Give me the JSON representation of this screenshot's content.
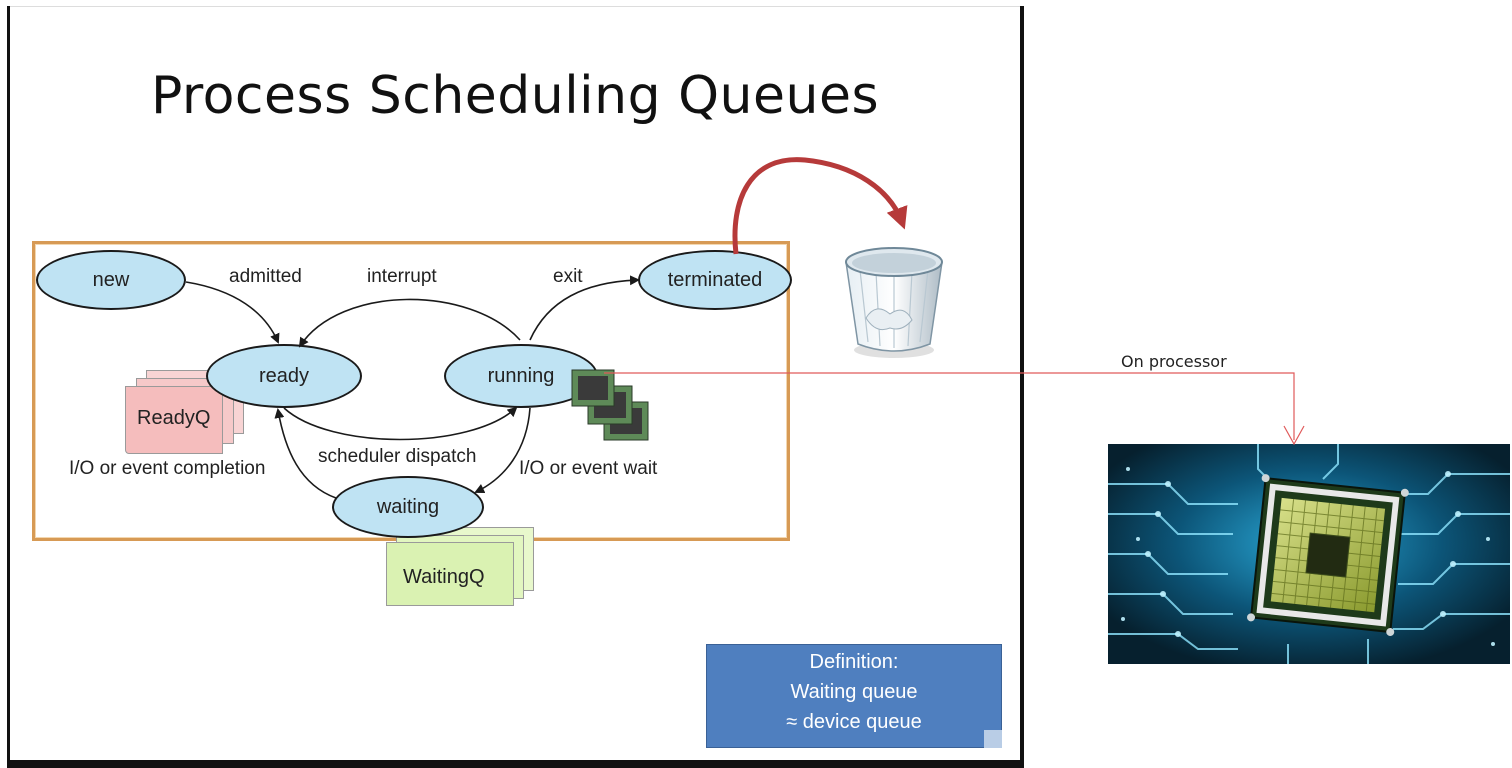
{
  "slide": {
    "title": "Process Scheduling Queues"
  },
  "diagram": {
    "states": {
      "new": "new",
      "ready": "ready",
      "running": "running",
      "terminated": "terminated",
      "waiting": "waiting"
    },
    "edges": {
      "admitted": "admitted",
      "interrupt": "interrupt",
      "exit": "exit",
      "scheduler_dispatch": "scheduler dispatch",
      "io_event_completion": "I/O or event completion",
      "io_event_wait": "I/O or event wait"
    },
    "queues": {
      "ready_queue": "ReadyQ",
      "waiting_queue": "WaitingQ"
    }
  },
  "definition": {
    "line1": "Definition:",
    "line2": "Waiting queue",
    "line3": "≈ device queue"
  },
  "annotation": {
    "on_processor": "On processor"
  },
  "icons": {
    "trash": "recycle-bin-icon",
    "processor_chips": "cpu-chip-icon",
    "processor_photo": "cpu-board-icon"
  },
  "colors": {
    "state_fill": "#bfe3f3",
    "ready_queue_fill": "#f6c3c3",
    "waiting_queue_fill": "#dff5b8",
    "box_border": "#d79a55",
    "definition_fill": "#4f7fbf",
    "callout_arrow": "#b63a3a",
    "connector_line": "#e05a5a"
  }
}
